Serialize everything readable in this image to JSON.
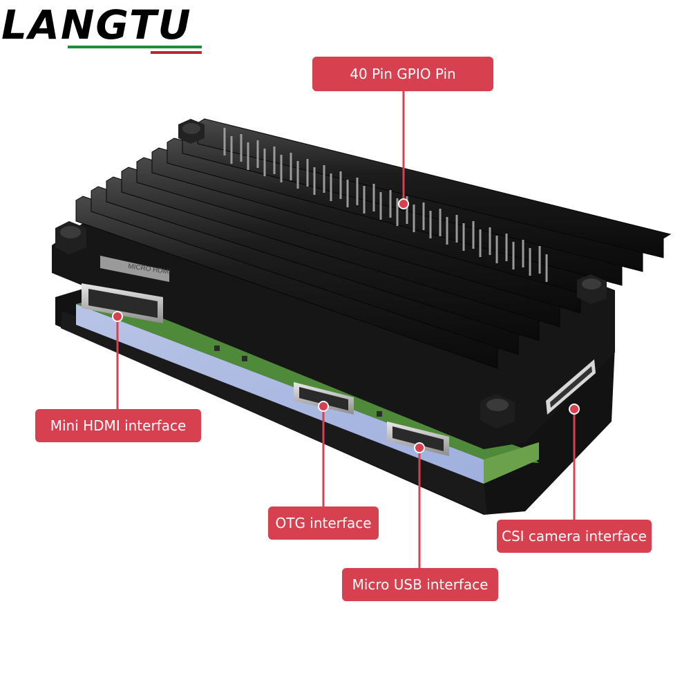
{
  "brand": {
    "name": "LANGTU",
    "accent_green": "#1f8a3a",
    "accent_red": "#c0262f"
  },
  "product": {
    "port_label": "MICRO HDMI"
  },
  "callouts": {
    "gpio": "40 Pin GPIO Pin",
    "mini_hdmi": "Mini HDMI interface",
    "otg": "OTG interface",
    "micro_usb": "Micro USB interface",
    "csi": "CSI camera interface",
    "color": "#d7404f"
  }
}
